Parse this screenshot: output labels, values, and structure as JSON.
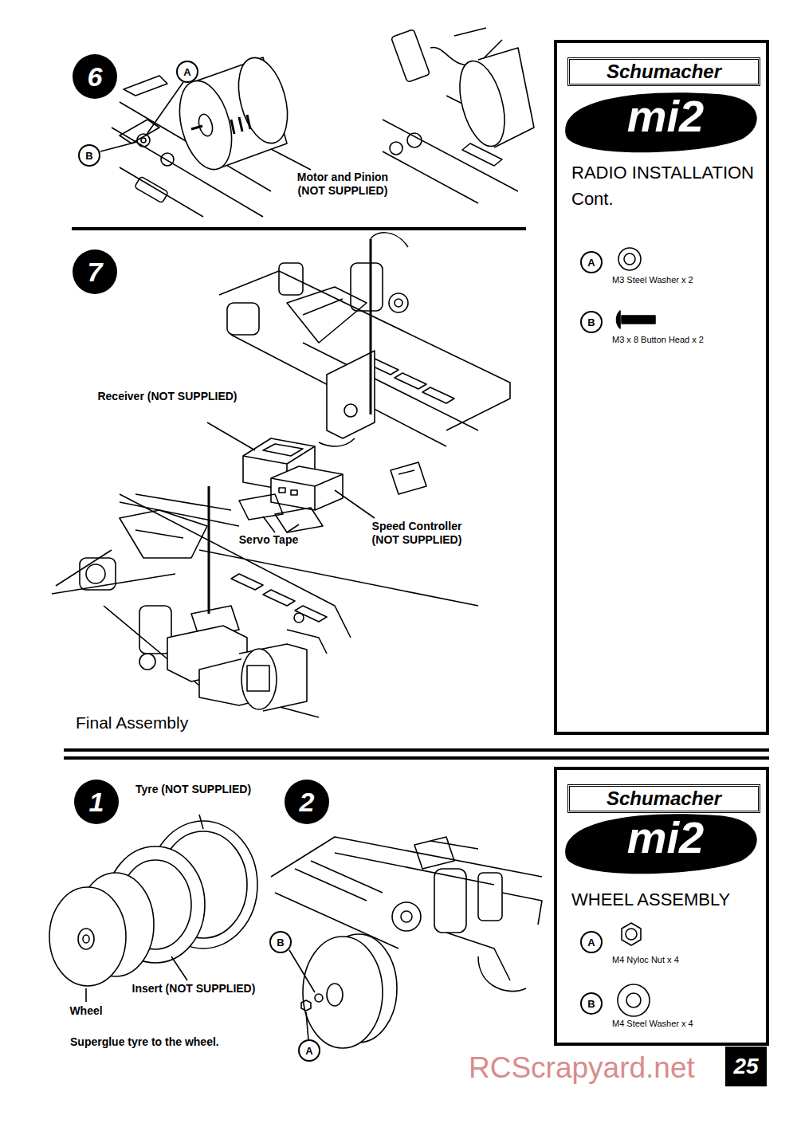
{
  "diagram": {
    "nodes": [
      {
        "text": [
          "6"
        ]
      },
      {
        "text": [
          "A"
        ]
      },
      {
        "text": [
          "B"
        ]
      },
      {
        "text": [
          "7"
        ]
      },
      {
        "text": [
          "RADIO INSTALLATION Cont."
        ]
      },
      {
        "text": [
          "Schumacher"
        ],
        "in": 4
      },
      {
        "text": [
          "A"
        ],
        "in": 4
      },
      {
        "text": [
          "B"
        ],
        "in": 4
      },
      {
        "text": [
          "1"
        ]
      },
      {
        "text": [
          "2"
        ]
      },
      {
        "text": [
          "B"
        ]
      },
      {
        "text": [
          "A"
        ]
      },
      {
        "text": [
          "WHEEL ASSEMBLY"
        ]
      },
      {
        "text": [
          "Schumacher"
        ],
        "in": 12
      },
      {
        "text": [
          "A"
        ],
        "in": 12
      },
      {
        "text": [
          "B"
        ],
        "in": 12
      },
      {
        "text": [
          "25"
        ]
      }
    ],
    "labels": [
      "Motor and Pinion (NOT SUPPLIED)",
      "mi2",
      "M3 Steel Washer x 2",
      "M3 x 8 Button Head x 2",
      "Receiver (NOT SUPPLIED)",
      "Servo Tape",
      "Speed Controller (NOT SUPPLIED)",
      "Final Assembly",
      "Tyre (NOT SUPPLIED)",
      "Insert (NOT SUPPLIED)",
      "Wheel",
      "Superglue tyre to the wheel.",
      "mi2",
      "M4 Nyloc Nut x 4",
      "M4 Steel Washer x 4",
      "RCScrapyard.net"
    ]
  }
}
